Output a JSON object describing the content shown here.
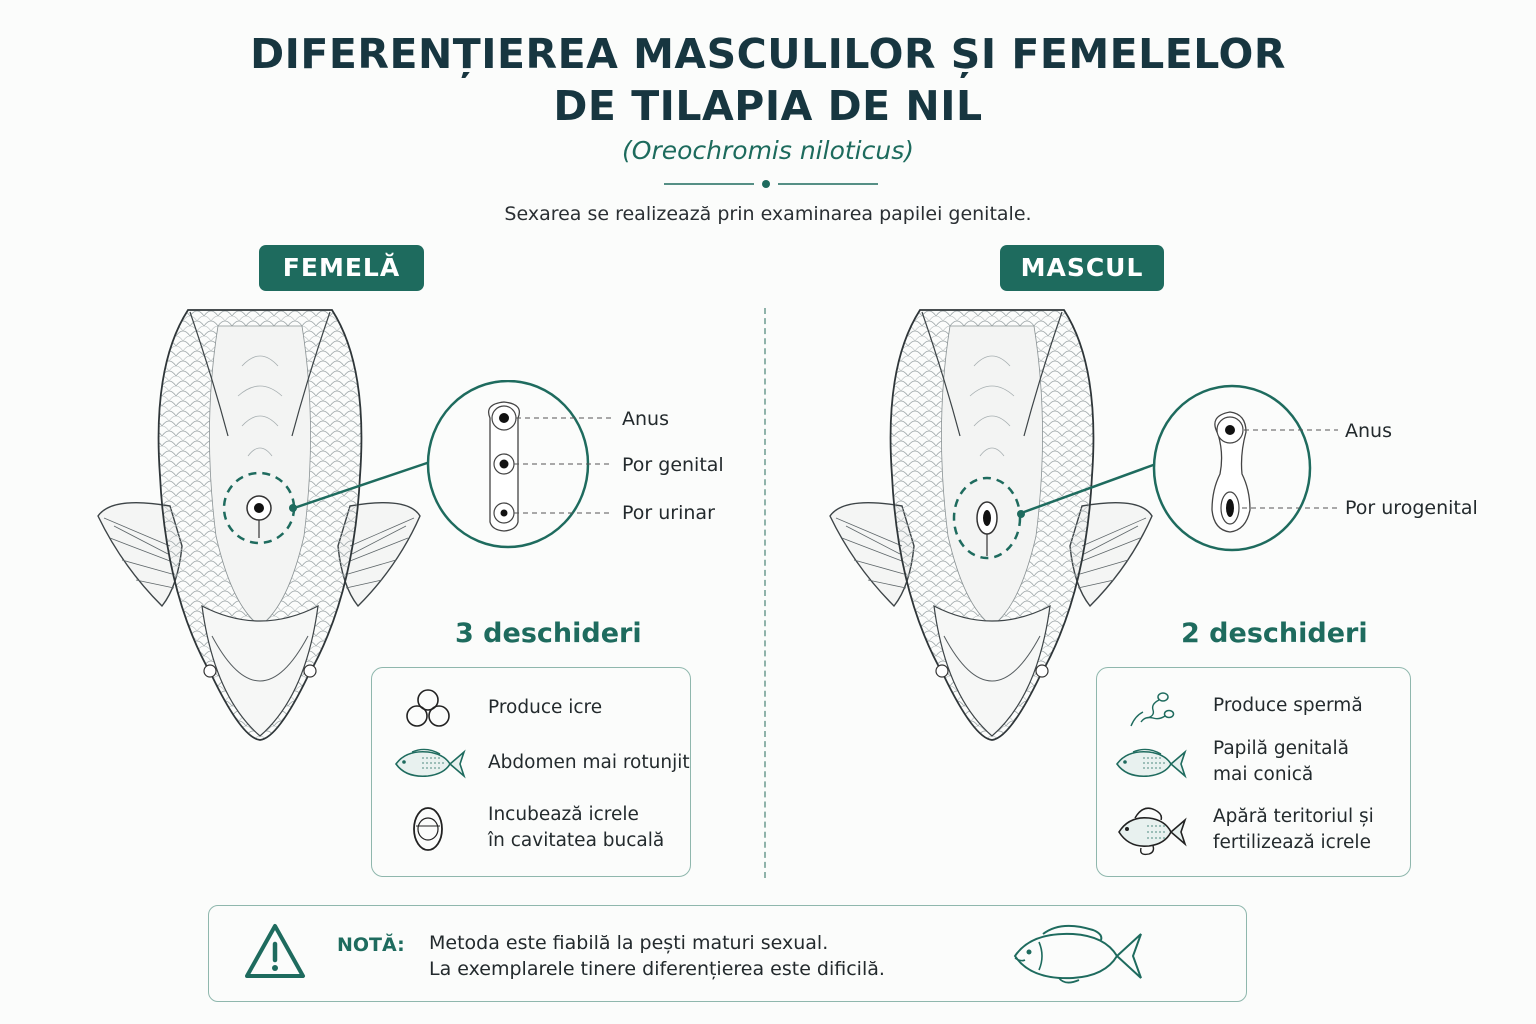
{
  "header": {
    "title_line1": "DIFERENȚIEREA MASCULILOR ȘI FEMELELOR",
    "title_line2": "DE TILAPIA DE NIL",
    "species": "(Oreochromis niloticus)",
    "intro": "Sexarea se realizează prin examinarea papilei genitale."
  },
  "female": {
    "badge": "FEMELĂ",
    "labels": [
      "Anus",
      "Por genital",
      "Por urinar"
    ],
    "count": "3 deschideri",
    "traits": [
      {
        "line1": "Produce icre",
        "line2": "",
        "icon": "eggs-icon"
      },
      {
        "line1": "Abdomen mai rotunjit",
        "line2": "",
        "icon": "fish-icon"
      },
      {
        "line1": "Incubează icrele",
        "line2": "în cavitatea bucală",
        "icon": "egg-in-mouth-icon"
      }
    ]
  },
  "male": {
    "badge": "MASCUL",
    "labels": [
      "Anus",
      "Por urogenital"
    ],
    "count": "2 deschideri",
    "traits": [
      {
        "line1": "Produce spermă",
        "line2": "",
        "icon": "sperm-icon"
      },
      {
        "line1": "Papilă genitală",
        "line2": "mai conică",
        "icon": "fish-icon"
      },
      {
        "line1": "Apără teritoriul și",
        "line2": "fertilizează icrele",
        "icon": "guarding-fish-icon"
      }
    ]
  },
  "note": {
    "label": "NOTĂ:",
    "line1": "Metoda este fiabilă la pești maturi sexual.",
    "line2": "La exemplarele tinere diferențierea este dificilă.",
    "icon": "warning-icon"
  },
  "colors": {
    "accent": "#1e6b5e",
    "title": "#173640",
    "border": "#8fb7ad"
  }
}
